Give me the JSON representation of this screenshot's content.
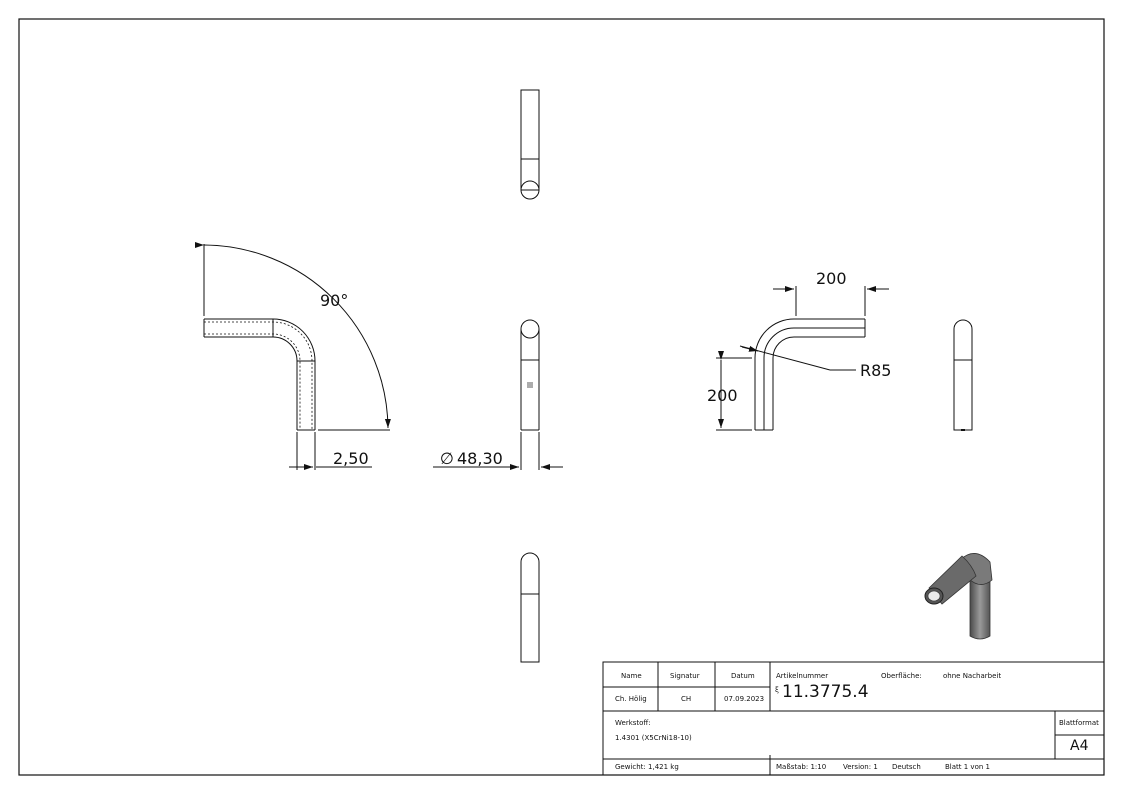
{
  "dimensions": {
    "angle": "90°",
    "wall": "2,50",
    "diameter": "48,30",
    "length_h": "200",
    "length_v": "200",
    "radius": "R85",
    "diameter_symbol": "∅"
  },
  "title_block": {
    "name_label": "Name",
    "signatur_label": "Signatur",
    "datum_label": "Datum",
    "name_value": "Ch. Hölig",
    "signatur_value": "CH",
    "datum_value": "07.09.2023",
    "artikel_label": "Artikelnummer",
    "artikel_value": "11.3775.4",
    "artikel_prefix": "ξ",
    "oberflaeche_label": "Oberfläche:",
    "oberflaeche_value": "ohne Nacharbeit",
    "werkstoff_label": "Werkstoff:",
    "werkstoff_value": "1.4301 (X5CrNi18-10)",
    "blattformat_label": "Blattformat",
    "blattformat_value": "A4",
    "gewicht": "Gewicht: 1,421 kg",
    "massstab": "Maßstab: 1:10",
    "version": "Version: 1",
    "sprache": "Deutsch",
    "blatt": "Blatt 1 von 1"
  },
  "colors": {
    "line": "#111111",
    "pipe_shade": "#6f6f6f"
  }
}
